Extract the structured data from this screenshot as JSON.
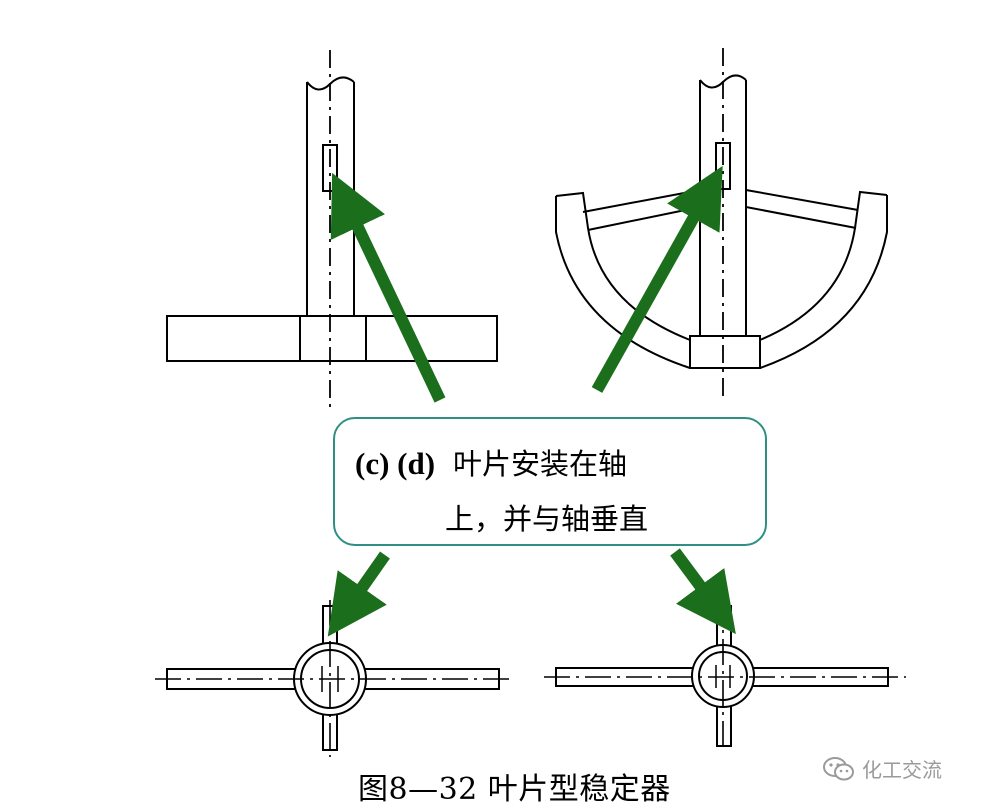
{
  "callout": {
    "tag": "(c) (d)",
    "line1": "叶片安装在轴",
    "line2": "上，并与轴垂直"
  },
  "caption": "图8—32 叶片型稳定器",
  "watermark": {
    "text": "化工交流",
    "icon": "wechat-icon"
  },
  "colors": {
    "arrow": "#1b6e1b",
    "callout_border": "#2f8f84",
    "line": "#000000"
  }
}
